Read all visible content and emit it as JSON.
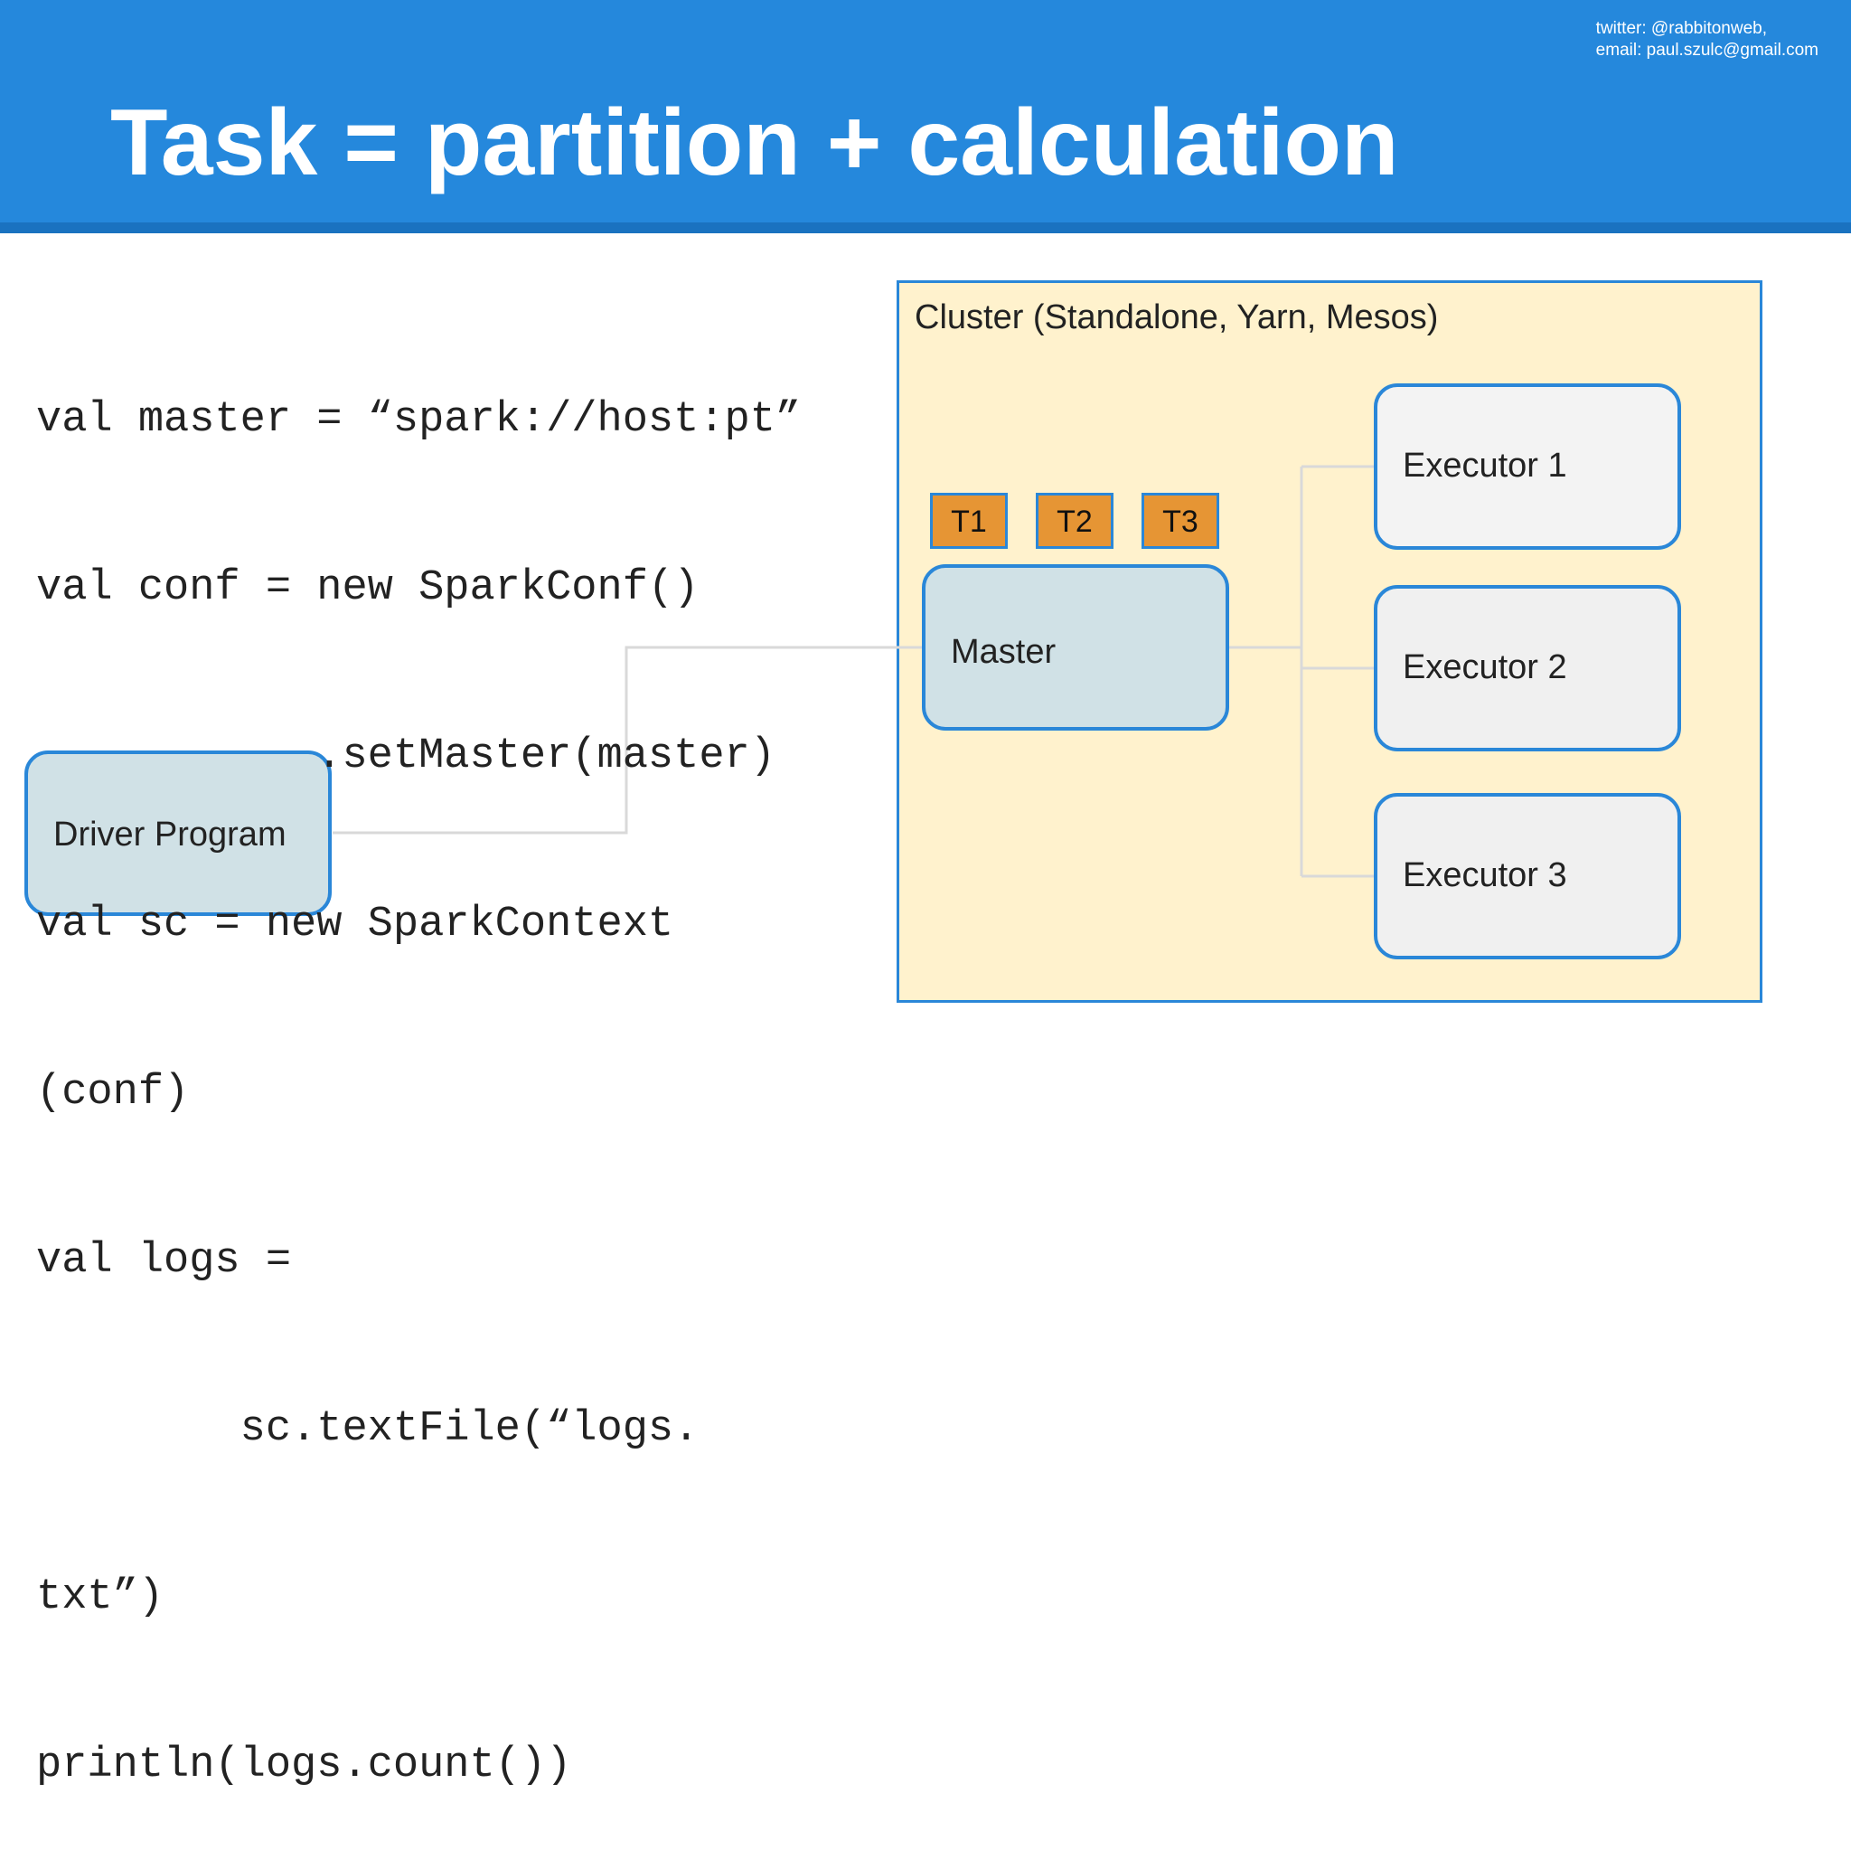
{
  "header": {
    "title": "Task = partition + calculation",
    "contact": [
      "twitter: @rabbitonweb,",
      "email: paul.szulc@gmail.com"
    ]
  },
  "code_lines": [
    "val master = “spark://host:pt”",
    "val conf = new SparkConf()",
    "           .setMaster(master)",
    "val sc = new SparkContext",
    "(conf)",
    "val logs =",
    "        sc.textFile(“logs.",
    "txt”)",
    "println(logs.count())"
  ],
  "diagram": {
    "cluster_label": "Cluster (Standalone, Yarn, Mesos)",
    "master_label": "Master",
    "driver_label": "Driver Program",
    "tasks": [
      "T1",
      "T2",
      "T3"
    ],
    "executors": [
      "Executor 1",
      "Executor 2",
      "Executor 3"
    ]
  },
  "colors": {
    "header": "#2588dc",
    "node_border": "#2a87d8",
    "cluster_fill": "#fff2cd",
    "node_fill": "#d0e1e6",
    "executor_fill": "#f0f0f0",
    "task_fill": "#e69534",
    "connector": "#d9d9d9"
  }
}
